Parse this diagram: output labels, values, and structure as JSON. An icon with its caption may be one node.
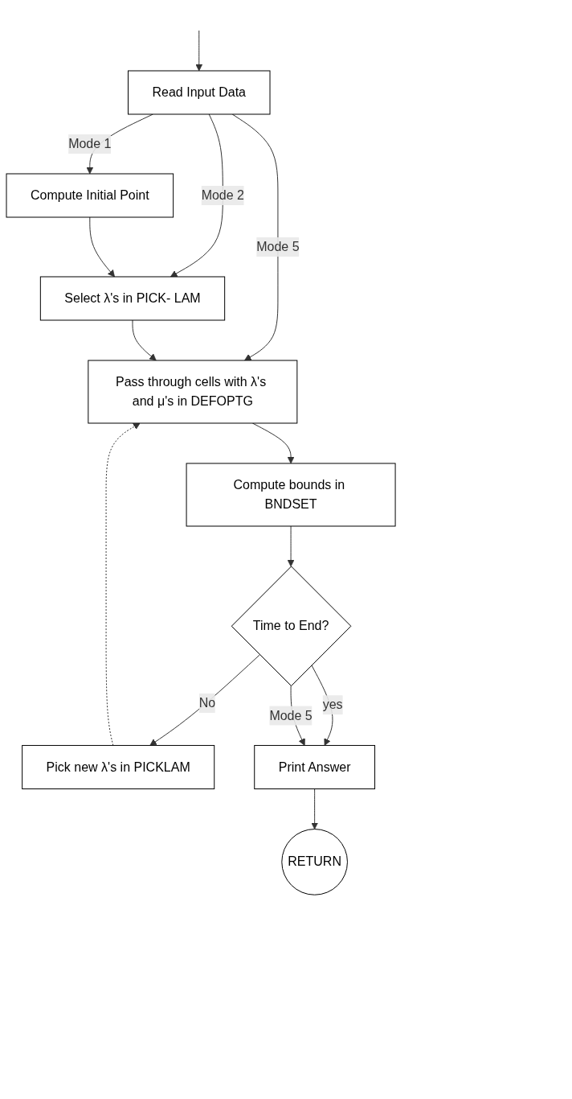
{
  "diagram": {
    "nodes": [
      {
        "text": [
          "Read Input Data"
        ]
      },
      {
        "text": [
          "Compute Initial Point"
        ]
      },
      {
        "text": [
          "Select λ's in PICK- LAM"
        ]
      },
      {
        "text": [
          "Pass through cells with λ's and μ's in DEFOPTG"
        ]
      },
      {
        "text": [
          "Compute bounds in BNDSET"
        ]
      },
      {
        "text": [
          "Time to End?"
        ]
      },
      {
        "text": [
          "Pick new λ's in PICKLAM"
        ]
      },
      {
        "text": [
          "Print Answer"
        ]
      },
      {
        "text": [
          "RETURN"
        ]
      }
    ],
    "edges": [
      {
        "from": null,
        "to": 0,
        "arrow": "to"
      },
      {
        "from": 0,
        "to": 1,
        "arrow": "to",
        "label": "Mode 1"
      },
      {
        "from": 0,
        "to": 2,
        "arrow": "to",
        "label": "Mode 2"
      },
      {
        "from": 0,
        "to": 3,
        "arrow": "to",
        "label": "Mode 5"
      },
      {
        "from": 1,
        "to": 2,
        "arrow": "to"
      },
      {
        "from": 2,
        "to": 3,
        "arrow": "to"
      },
      {
        "from": 3,
        "to": 4,
        "arrow": "to"
      },
      {
        "from": 4,
        "to": 5,
        "arrow": "to"
      },
      {
        "from": 5,
        "to": 6,
        "arrow": "to",
        "label": "No"
      },
      {
        "from": 6,
        "to": 3,
        "arrow": "to",
        "style": "dashed"
      },
      {
        "from": 5,
        "to": 7,
        "arrow": "to",
        "label": "yes"
      },
      {
        "from": 5,
        "to": 7,
        "arrow": "to",
        "label": "Mode 5"
      },
      {
        "from": 7,
        "to": 8,
        "arrow": "to"
      }
    ]
  }
}
